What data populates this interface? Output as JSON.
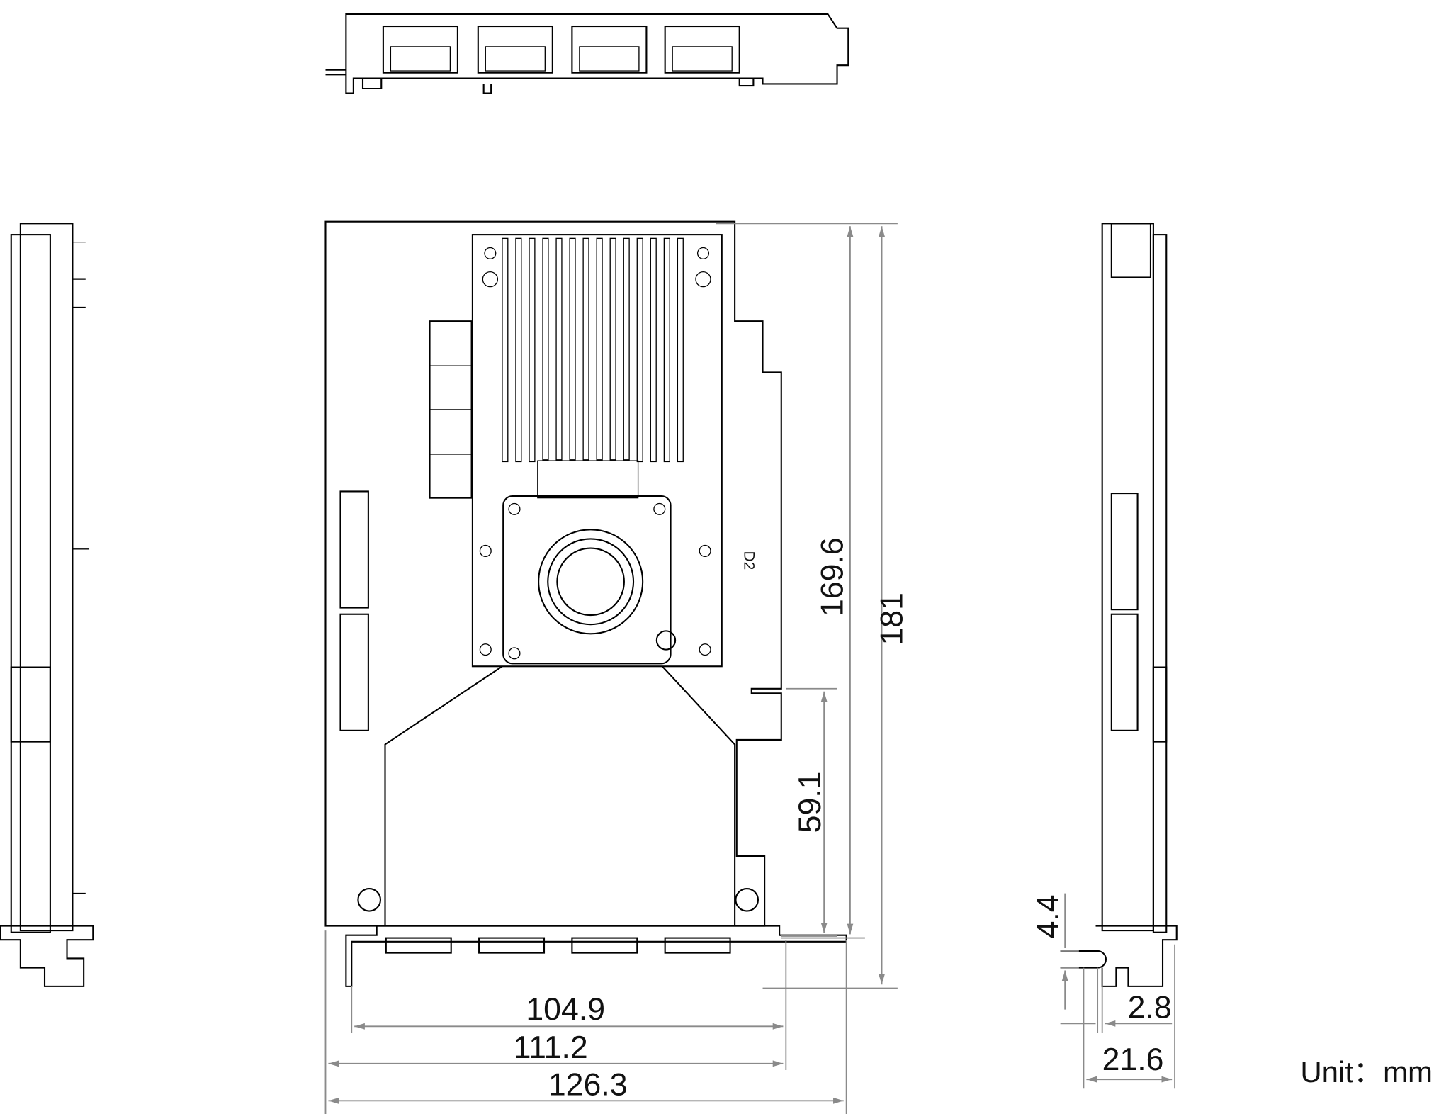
{
  "dimensions": {
    "height_total": "181",
    "height_board": "169.6",
    "height_lower": "59.1",
    "width_104": "104.9",
    "width_111": "111.2",
    "width_126": "126.3",
    "side_thickness": "21.6",
    "side_bracket": "2.8",
    "side_offset": "4.4"
  },
  "marking": "D2",
  "unit_label": "Unit：mm",
  "views": [
    "top-view",
    "left-side-view",
    "front-view",
    "right-side-view"
  ]
}
